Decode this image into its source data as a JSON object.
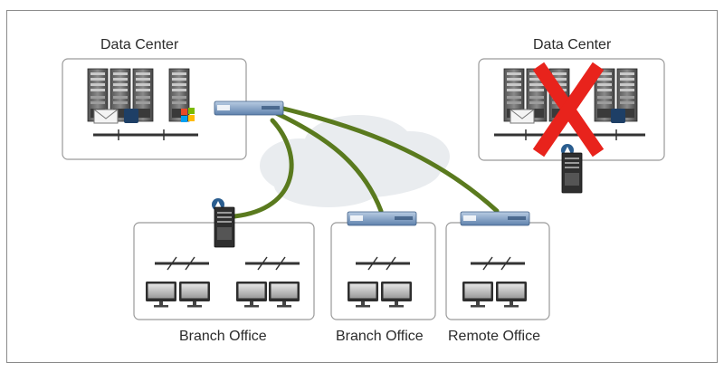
{
  "labels": {
    "dc_left": "Data Center",
    "dc_right": "Data Center",
    "branch_left": "Branch Office",
    "branch_mid": "Branch Office",
    "remote": "Remote Office"
  },
  "colors": {
    "link": "#5a7a1e",
    "failure_x": "#e8231c",
    "box_border": "#9a9a9a",
    "device_blue": "#6d90b8",
    "server_dark": "#3a3a3a",
    "cloud": "#e9ecef"
  },
  "icons": [
    "server-rack-icon",
    "wan-appliance-icon",
    "virtual-appliance-icon",
    "monitor-icon",
    "network-switch-icon",
    "cloud-icon",
    "windows-logo-icon",
    "email-icon",
    "storage-icon"
  ]
}
